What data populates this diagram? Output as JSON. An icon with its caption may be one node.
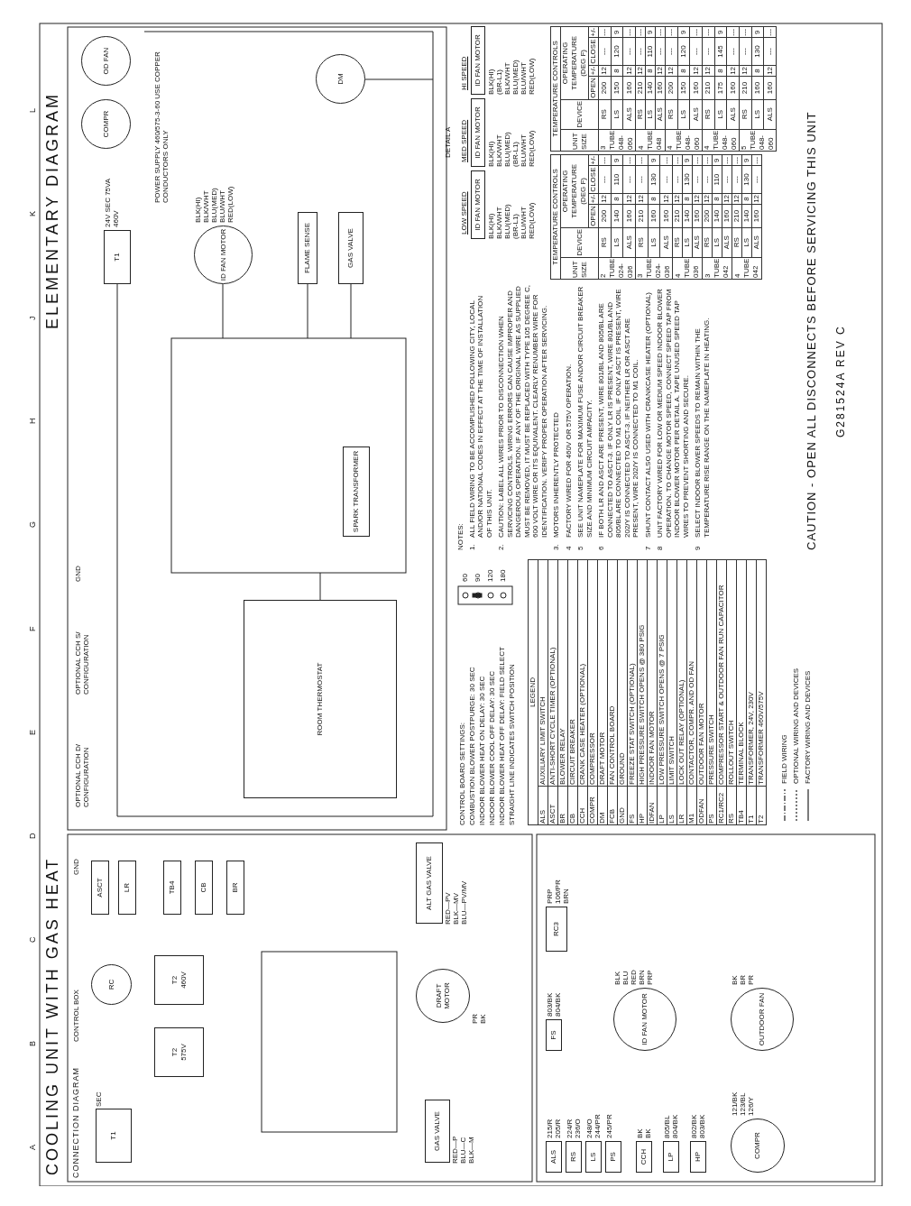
{
  "diagram": {
    "title": "COOLING UNIT WITH GAS HEAT",
    "nodes": [
      {
        "text": [
          "CONNECTION DIAGRAM"
        ]
      },
      {
        "text": [
          "T1"
        ],
        "beside": [
          "SEC"
        ],
        "in": 0
      },
      {
        "text": [
          "RC"
        ],
        "in": 0
      },
      {
        "text": [
          "T2",
          "575V"
        ],
        "in": 0
      },
      {
        "text": [
          "T2",
          "460V"
        ],
        "in": 0
      },
      {
        "text": [
          "ASCT"
        ],
        "in": 0
      },
      {
        "text": [
          "LR"
        ],
        "in": 0
      },
      {
        "text": [
          "TB4"
        ],
        "in": 0
      },
      {
        "text": [
          "CB"
        ],
        "in": 0
      },
      {
        "text": [
          "BR"
        ],
        "in": 0
      },
      {
        "text": [
          "ALT GAS VALVE"
        ],
        "beside": [
          "RED—PV",
          "BLK—MV",
          "BLU—PV/MV"
        ],
        "in": 0
      },
      {
        "text": [
          "DRAFT MOTOR"
        ],
        "beside": [
          "PR",
          "BK"
        ],
        "in": 0
      },
      {
        "text": [
          "GAS VALVE"
        ],
        "beside": [
          "RED—P",
          "BLU—C",
          "BLK—M"
        ],
        "in": 0
      },
      {
        "text": [
          "ALS"
        ],
        "beside": [
          "215/R",
          "205/R"
        ]
      },
      {
        "text": [
          "RS"
        ],
        "beside": [
          "224/R",
          "236/O"
        ]
      },
      {
        "text": [
          "LS"
        ],
        "beside": [
          "248/O",
          "244/PR"
        ]
      },
      {
        "text": [
          "PS"
        ],
        "beside": [
          "245/PR"
        ]
      },
      {
        "text": [
          "CCH"
        ],
        "beside": [
          "BK",
          "BK"
        ]
      },
      {
        "text": [
          "LP"
        ],
        "beside": [
          "805/BL",
          "804/BK"
        ]
      },
      {
        "text": [
          "HP"
        ],
        "beside": [
          "802/BK",
          "803/BK"
        ]
      },
      {
        "text": [
          "COMPR"
        ],
        "beside": [
          "121/BK",
          "123/BL",
          "126/Y"
        ]
      },
      {
        "text": [
          "FS"
        ],
        "beside": [
          "803/BK",
          "804/BK"
        ]
      },
      {
        "text": [
          "RC3"
        ],
        "beside": [
          "PRP",
          "106/PR",
          "BRN"
        ]
      },
      {
        "text": [
          "ID FAN MOTOR"
        ],
        "beside": [
          "BLK",
          "BLU",
          "RED",
          "BRN",
          "PRP"
        ]
      },
      {
        "text": [
          "OUTDOOR FAN"
        ],
        "beside": [
          "BK",
          "BR",
          "PR"
        ]
      },
      {
        "text": [
          "ROOM THERMOSTAT"
        ]
      },
      {
        "text": [
          "ID FAN MOTOR"
        ],
        "beside": [
          "BLK(HI)",
          "BLK/WHT",
          "BLU(MED)",
          "BLU/WHT",
          "RED(LOW)"
        ]
      },
      {
        "text": [
          "DM"
        ]
      },
      {
        "text": [
          "OD FAN"
        ]
      },
      {
        "text": [
          "COMPR"
        ]
      },
      {
        "text": [
          "GAS VALVE"
        ]
      },
      {
        "text": [
          "SPARK TRANSFORMER"
        ]
      },
      {
        "text": [
          "FLAME SENSE"
        ]
      },
      {
        "text": [
          "T1"
        ],
        "beside": [
          "24V SEC 75VA",
          "460V"
        ]
      },
      {
        "text": [
          "ID FAN MOTOR"
        ],
        "beside": [
          "BLK(HI)",
          "BLK/WHT",
          "BLU(MED)",
          "(BR-L1)",
          "BLU/WHT",
          "RED(LOW)"
        ]
      },
      {
        "text": [
          "ID FAN MOTOR"
        ],
        "beside": [
          "BLK(HI)",
          "BLK/WHT",
          "BLU(MED)",
          "(BR-L1)",
          "BLU/WHT",
          "RED(LOW)"
        ]
      },
      {
        "text": [
          "ID FAN MOTOR"
        ],
        "beside": [
          "BLK(HI)",
          "(BR-L1)",
          "BLK/WHT",
          "BLU(MED)",
          "BLU/WHT",
          "RED(LOW)"
        ]
      }
    ],
    "labels": [
      "A",
      "B",
      "C",
      "D",
      "E",
      "F",
      "G",
      "H",
      "J",
      "K",
      "L",
      "ELEMENTARY DIAGRAM",
      "CONTROL BOX",
      "GND",
      "POWER SUPPLY 460/575-3-60 USE COPPER CONDUCTORS ONLY",
      "OPTIONAL CCH D/ CONFIGURATION",
      "OPTIONAL CCH S/ CONFIGURATION",
      "GND",
      "CONTROL BOARD SETTINGS:",
      "COMBUSTION BLOWER POSTPURGE: 30 SEC",
      "INDOOR BLOWER HEAT ON DELAY: 30 SEC",
      "INDOOR BLOWER COOL OFF DELAY: 30 SEC",
      "INDOOR BLOWER HEAT OFF DELAY: FIELD SELECT",
      "STRAIGHT LINE INDICATES SWITCH POSITION",
      "60",
      "90",
      "120",
      "180",
      "LEGEND",
      "ALS",
      "AUXILIARY LIMIT SWITCH",
      "ASCT",
      "ANTI-SHORT CYCLE TIMER (OPTIONAL)",
      "BR",
      "BLOWER RELAY",
      "CB",
      "CIRCUIT BREAKER",
      "CCH",
      "CRANK CASE HEATER (OPTIONAL)",
      "COMPR",
      "COMPRESSOR",
      "DM",
      "DRAFT MOTOR",
      "FCB",
      "FAN CONTROL BOARD",
      "GND",
      "GROUND",
      "FS",
      "FREEZE STAT SWITCH (OPTIONAL)",
      "HP",
      "HIGH PRESSURE SWITCH OPENS @ 380 PSIG",
      "IDFAN",
      "INDOOR FAN MOTOR",
      "LP",
      "LOW PRESSURE SWITCH OPENS @ 7 PSIG",
      "LS",
      "LIMIT SWITCH",
      "LR",
      "LOCK OUT RELAY (OPTIONAL)",
      "M1",
      "CONTACTOR, COMPR. AND OD FAN",
      "ODFAN",
      "OUTDOOR FAN MOTOR",
      "PS",
      "PRESSURE SWITCH",
      "RC1/RC2",
      "COMPRESSOR START & OUTDOOR FAN RUN CAPACITOR",
      "RS",
      "ROLLOUT SWITCH",
      "TB4",
      "TERMINAL BLOCK",
      "T1",
      "TRANSFORMER, 24V, 230V",
      "T2",
      "TRANSFORMER 460V/575V",
      "NOTES:",
      "1.",
      "ALL FIELD WIRING TO BE ACCOMPLISHED FOLLOWING CITY, LOCAL AND/OR NATIONAL CODES IN EFFECT AT THE TIME OF INSTALLATION OF THIS UNIT.",
      "2.",
      "CAUTION: LABEL ALL WIRES PRIOR TO DISCONNECTION WHEN SERVICING CONTROLS. WIRING ERRORS CAN CAUSE IMPROPER AND DANGEROUS OPERATION. IF ANY OF THE ORIGINAL WIRE AS SUPPLIED MUST BE REMOVED, IT MUST BE REPLACED WITH TYPE 105 DEGREE C, 600 VOLT WIRE OR ITS EQUIVALENT. CLEARLY RENUMBER WIRE FOR IDENTIFICATION. VERIFY PROPER OPERATION AFTER SERVICING.",
      "3.",
      "MOTORS INHERENTLY PROTECTED",
      "4",
      "FACTORY WIRED FOR 460V OR 575V OPERATION.",
      "5",
      "SEE UNIT NAMEPLATE FOR MAXIMUM FUSE AND/OR CIRCUIT BREAKER SIZE AND MINIMUM CIRCUIT AMPACITY.",
      "6",
      "IF BOTH LR AND ASCT ARE PRESENT, WIRE 801/BL AND 805/BL ARE CONNECTED TO ASCT-3. IF ONLY LR IS PRESENT, WIRE 801/BL AND 805/BL ARE CONNECTED TO M1 COIL. IF ONLY ASCT IS PRESENT, WIRE 202/Y IS CONNECTED TO ASCT-3. IF NEITHER LR OR ASCT ARE PRESENT, WIRE 202/Y IS CONNECTED TO M1 COIL.",
      "7",
      "SHUNT CONTACT ALSO USED WITH CRANKCASE HEATER (OPTIONAL)",
      "8",
      "UNIT FACTORY WIRED FOR LOW OR MEDIUM SPEED INDOOR BLOWER OPERATION. TO CHANGE MOTOR SPEED, CONNECT SPEED TAP FROM INDOOR BLOWER MOTOR PER DETAIL A. TAPE UNUSED SPEED TAP WIRES TO PREVENT SHORTING AND SECURE.",
      "9",
      "SELECT INDOOR BLOWER SPEEDS TO REMAIN WITHIN THE TEMPERATURE RISE RANGE ON THE NAMEPLATE IN HEATING.",
      "CAUTION - OPEN ALL DISCONNECTS BEFORE SERVICING THIS UNIT",
      "G281524A REV C",
      "DETAIL A",
      "LOW SPEED",
      "MED SPEED",
      "HI SPEED",
      "TEMPERATURE CONTROLS",
      "UNIT SIZE",
      "DEVICE",
      "OPERATING TEMPERATURE (DEG F)",
      "OPEN",
      "+/-",
      "CLOSE",
      "+/-",
      "2 TUBE 024-036",
      "RS",
      "200",
      "12",
      "---",
      "---",
      "LS",
      "140",
      "8",
      "110",
      "9",
      "ALS",
      "160",
      "12",
      "---",
      "---",
      "3 TUBE 024-036",
      "RS",
      "210",
      "12",
      "---",
      "---",
      "LS",
      "160",
      "8",
      "130",
      "9",
      "ALS",
      "160",
      "12",
      "---",
      "---",
      "4 TUBE 036",
      "RS",
      "210",
      "12",
      "---",
      "---",
      "LS",
      "140",
      "8",
      "130",
      "9",
      "ALS",
      "160",
      "12",
      "---",
      "---",
      "3 TUBE 042",
      "RS",
      "200",
      "12",
      "---",
      "---",
      "LS",
      "140",
      "8",
      "110",
      "9",
      "ALS",
      "160",
      "12",
      "---",
      "---",
      "4 TUBE 042",
      "RS",
      "210",
      "12",
      "---",
      "---",
      "LS",
      "140",
      "8",
      "130",
      "9",
      "ALS",
      "160",
      "12",
      "---",
      "---",
      "TEMPERATURE CONTROLS",
      "UNIT SIZE",
      "DEVICE",
      "OPERATING TEMPERATURE (DEG F)",
      "OPEN",
      "+/-",
      "CLOSE",
      "+/-",
      "3 TUBE 048-060",
      "RS",
      "200",
      "12",
      "---",
      "---",
      "LS",
      "150",
      "8",
      "120",
      "9",
      "ALS",
      "160",
      "12",
      "---",
      "---",
      "4 TUBE 048",
      "RS",
      "210",
      "12",
      "---",
      "---",
      "LS",
      "140",
      "8",
      "110",
      "9",
      "ALS",
      "160",
      "12",
      "---",
      "---",
      "4 TUBE 048-060",
      "RS",
      "200",
      "12",
      "---",
      "---",
      "LS",
      "150",
      "8",
      "120",
      "9",
      "ALS",
      "160",
      "12",
      "---",
      "---",
      "4 TUBE 048-060",
      "RS",
      "210",
      "12",
      "---",
      "---",
      "LS",
      "175",
      "8",
      "145",
      "9",
      "ALS",
      "160",
      "12",
      "---",
      "---",
      "5 TUBE 048-060",
      "RS",
      "210",
      "12",
      "---",
      "---",
      "LS",
      "160",
      "8",
      "130",
      "9",
      "ALS",
      "160",
      "12",
      "---",
      "---"
    ],
    "legend": [
      {
        "text": "FIELD WIRING"
      },
      {
        "text": "OPTIONAL WIRING AND DEVICES"
      },
      {
        "text": "FACTORY WIRING AND DEVICES"
      }
    ]
  }
}
